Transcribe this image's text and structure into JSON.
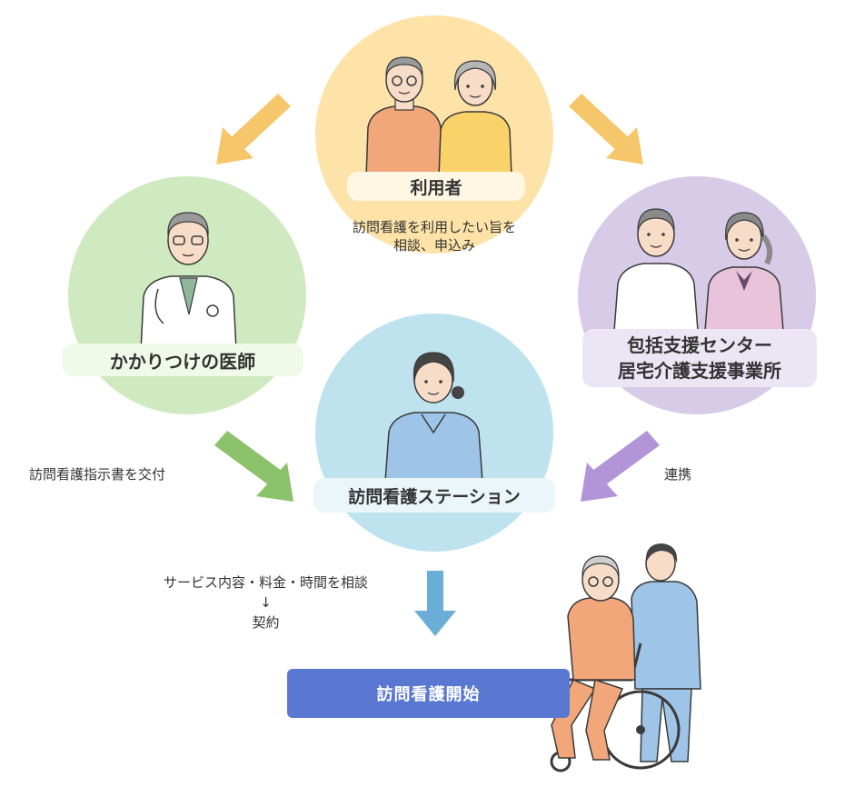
{
  "nodes": {
    "user": {
      "label": "利用者",
      "color": "#fde3a8"
    },
    "doctor": {
      "label": "かかりつけの医師",
      "color": "#cfeac0"
    },
    "center": {
      "label_line1": "包括支援センター",
      "label_line2": "居宅介護支援事業所",
      "color": "#d7cbe8"
    },
    "station": {
      "label": "訪問看護ステーション",
      "color": "#bfe3ee"
    }
  },
  "captions": {
    "user_consult_line1": "訪問看護を利用したい旨を",
    "user_consult_line2": "相談、申込み",
    "doctor_order": "訪問看護指示書を交付",
    "cooperation": "連携",
    "contract_line1": "サービス内容・料金・時間を相談",
    "contract_arrow": "↓",
    "contract_line2": "契約"
  },
  "start_button": {
    "label": "訪問看護開始",
    "color": "#5a78d2"
  },
  "arrows": {
    "user_to_doctor": {
      "color": "#f5c76a"
    },
    "user_to_center": {
      "color": "#f5c76a"
    },
    "doctor_to_station": {
      "color": "#8cc26b"
    },
    "center_to_station": {
      "color": "#b294d8"
    },
    "station_to_start": {
      "color": "#6aaed8"
    }
  },
  "icons": [
    "elderly-couple-icon",
    "doctor-icon",
    "care-staff-icon",
    "nurse-icon",
    "wheelchair-care-icon"
  ]
}
